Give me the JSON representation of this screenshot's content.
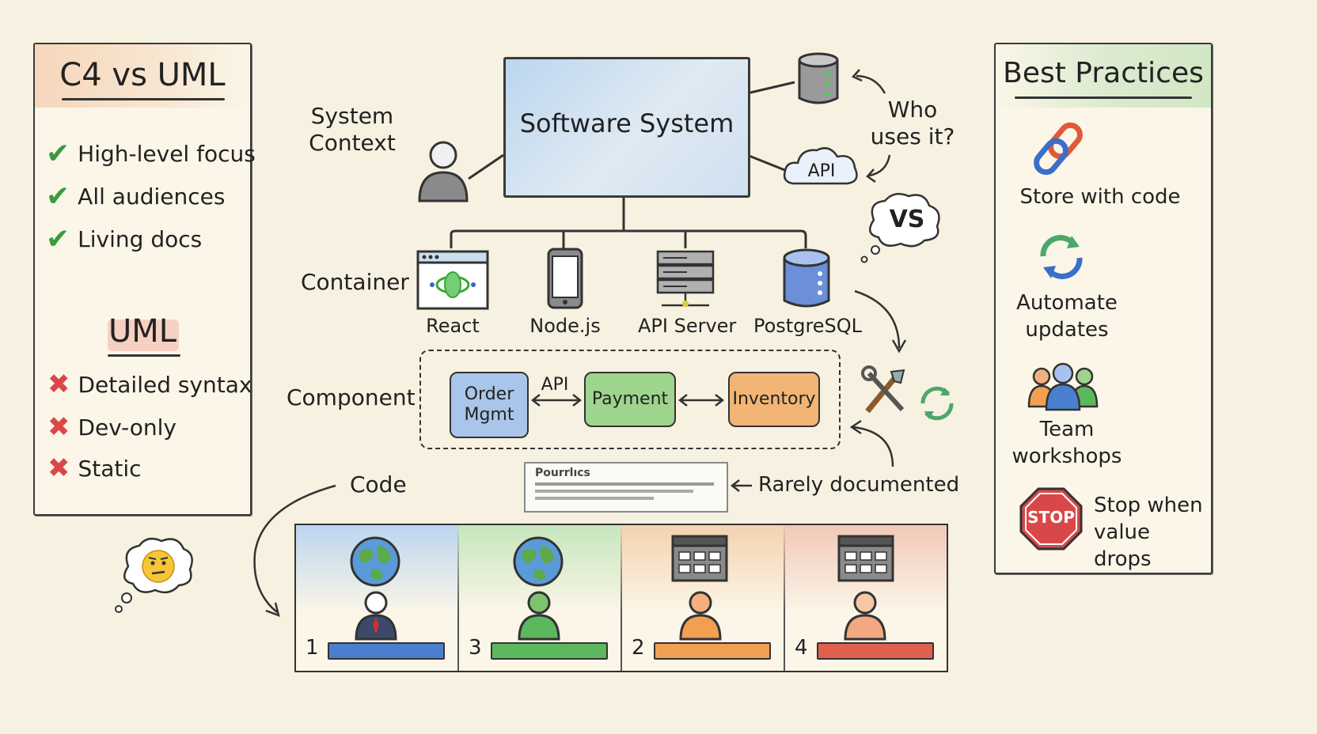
{
  "left_panel": {
    "title": "C4 vs UML",
    "c4_items": [
      "High-level focus",
      "All audiences",
      "Living docs"
    ],
    "uml_title": "UML",
    "uml_items": [
      "Detailed syntax",
      "Dev-only",
      "Static"
    ]
  },
  "center": {
    "levels": {
      "context": "System\nContext",
      "container": "Container",
      "component": "Component",
      "code": "Code"
    },
    "system_box": "Software System",
    "who_uses": "Who\nuses it?",
    "api_cloud": "API",
    "vs_bubble": "VS",
    "containers": [
      "React",
      "Node.js",
      "API Server",
      "PostgreSQL"
    ],
    "components": {
      "order": "Order\nMgmt",
      "payment": "Payment",
      "inventory": "Inventory",
      "api_label": "API"
    },
    "doc_header": "Pourrlıcs",
    "rarely_documented": "Rarely documented",
    "code_numbers": [
      "1",
      "3",
      "2",
      "4"
    ]
  },
  "right_panel": {
    "title": "Best Practices",
    "items": [
      "Store with code",
      "Automate\nupdates",
      "Team\nworkshops",
      "Stop when\nvalue drops"
    ],
    "stop_sign": "STOP"
  },
  "colors": {
    "blue": "#4a7fd0",
    "green": "#5cb85c",
    "orange": "#f0a050",
    "red": "#e06050",
    "check": "#3c9a3c",
    "cross": "#d94848"
  }
}
